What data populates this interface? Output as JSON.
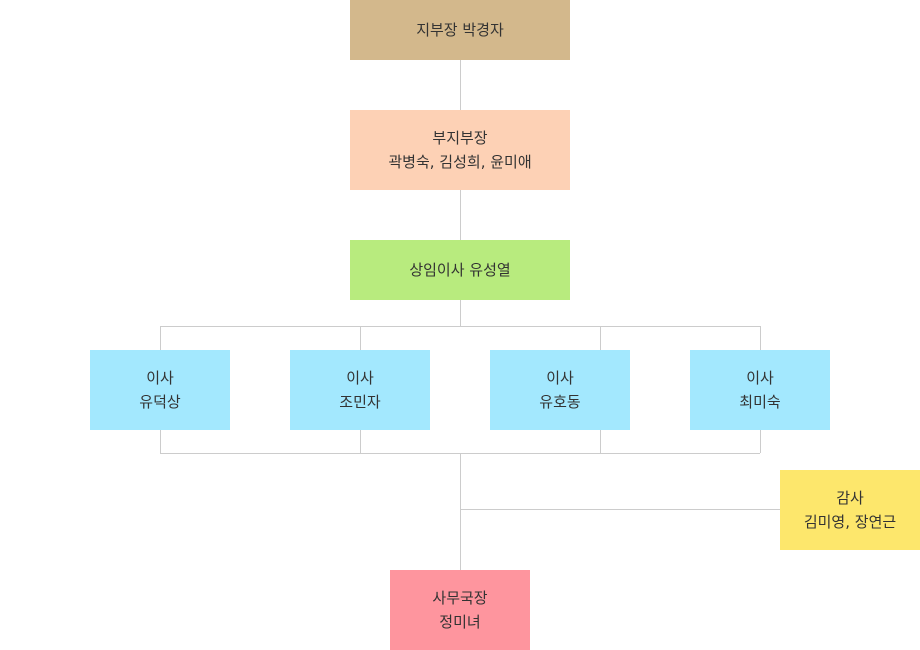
{
  "chart": {
    "branch_head": {
      "lines": [
        "지부장  박경자"
      ],
      "color": "#d3b88c"
    },
    "vice_heads": {
      "lines": [
        "부지부장",
        "곽병숙, 김성희, 윤미애"
      ],
      "color": "#fdd1b5"
    },
    "standing_director": {
      "lines": [
        "상임이사  유성열"
      ],
      "color": "#b8eb7e"
    },
    "directors": [
      {
        "lines": [
          "이사",
          "유덕상"
        ],
        "color": "#a3e8fe"
      },
      {
        "lines": [
          "이사",
          "조민자"
        ],
        "color": "#a3e8fe"
      },
      {
        "lines": [
          "이사",
          "유호동"
        ],
        "color": "#a3e8fe"
      },
      {
        "lines": [
          "이사",
          "최미숙"
        ],
        "color": "#a3e8fe"
      }
    ],
    "auditors": {
      "lines": [
        "감사",
        "김미영, 장연근"
      ],
      "color": "#fde76c"
    },
    "secretary_general": {
      "lines": [
        "사무국장",
        "정미녀"
      ],
      "color": "#fe959e"
    }
  }
}
